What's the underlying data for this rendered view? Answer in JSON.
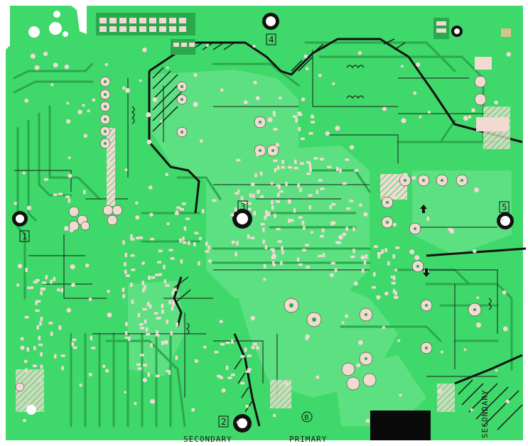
{
  "board": {
    "colors": {
      "soldermask": "#3fd86a",
      "soldermask_light": "#7ee89a",
      "copper_trace": "#2aa84d",
      "pad": "#f2d9d2",
      "silkscreen": "#1b1b1b",
      "hole": "#ffffff",
      "black_block": "#0a0a0a"
    },
    "labels": {
      "secondary_bottom": "SECONDARY",
      "primary_bottom": "PRIMARY",
      "secondary_right": "SECONDARY",
      "mark_1": "1",
      "mark_2": "2",
      "mark_3": "3",
      "mark_4": "4",
      "mark_5": "5",
      "mark_b": "B"
    }
  }
}
